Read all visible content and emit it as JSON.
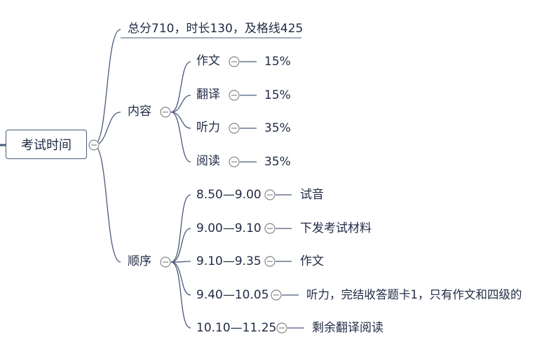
{
  "root": {
    "label": "考试时间"
  },
  "branches": {
    "summary": "总分710，时长130，及格线425",
    "content": {
      "label": "内容",
      "items": [
        {
          "name": "作文",
          "value": "15%"
        },
        {
          "name": "翻译",
          "value": "15%"
        },
        {
          "name": "听力",
          "value": "35%"
        },
        {
          "name": "阅读",
          "value": "35%"
        }
      ]
    },
    "order": {
      "label": "顺序",
      "items": [
        {
          "time": "8.50—9.00",
          "detail": "试音"
        },
        {
          "time": "9.00—9.10",
          "detail": "下发考试材料"
        },
        {
          "time": "9.10—9.35",
          "detail": "作文"
        },
        {
          "time": "9.40—10.05",
          "detail": "听力，完结收答题卡1，只有作文和四级的"
        },
        {
          "time": "10.10—11.25",
          "detail": "剩余翻译阅读"
        }
      ]
    }
  },
  "colors": {
    "line": "#4a5a7a",
    "text": "#1f2a44",
    "collapse": "#888888"
  },
  "icons": {
    "collapse": "collapse-minus-icon"
  }
}
